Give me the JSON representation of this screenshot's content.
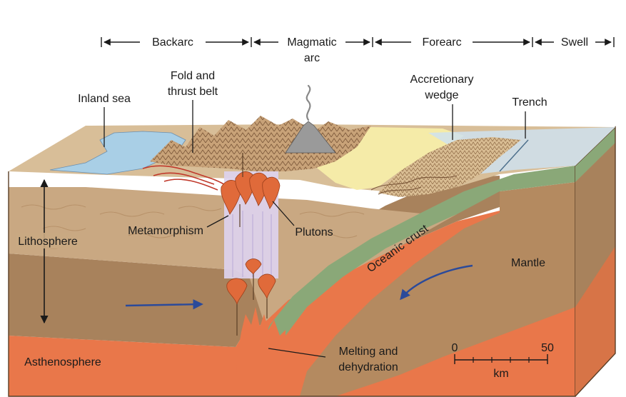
{
  "zones": {
    "backarc": "Backarc",
    "magmatic_line1": "Magmatic",
    "magmatic_line2": "arc",
    "forearc": "Forearc",
    "swell": "Swell"
  },
  "labels": {
    "inland_sea": "Inland sea",
    "fold_line1": "Fold and",
    "fold_line2": "thrust belt",
    "accretionary_line1": "Accretionary",
    "accretionary_line2": "wedge",
    "trench": "Trench",
    "metamorphism": "Metamorphism",
    "plutons": "Plutons",
    "lithosphere": "Lithosphere",
    "oceanic_crust": "Oceanic crust",
    "mantle": "Mantle",
    "asthenosphere": "Asthenosphere",
    "melting_line1": "Melting and",
    "melting_line2": "dehydration"
  },
  "scale": {
    "min": "0",
    "max": "50",
    "unit": "km"
  },
  "colors": {
    "sea": "#a9cfe6",
    "lithosphere_tan": "#c9a882",
    "mantle_brown": "#a8825c",
    "asthenosphere_orange": "#e9774a",
    "oceanic_crust_green": "#8aa878",
    "sediment_yellow": "#f5eba8",
    "pluton_red": "#e06a3a",
    "metamorphism_lilac": "#ddd2ee",
    "arrow_blue": "#2b4a9a"
  }
}
